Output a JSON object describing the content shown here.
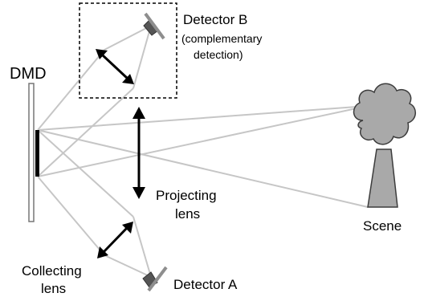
{
  "labels": {
    "dmd": "DMD",
    "detector_b": "Detector B",
    "detector_b_note_1": "(complementary",
    "detector_b_note_2": "detection)",
    "projecting_lens_1": "Projecting",
    "projecting_lens_2": "lens",
    "scene": "Scene",
    "collecting_lens_1": "Collecting",
    "collecting_lens_2": "lens",
    "detector_a": "Detector A"
  },
  "colors": {
    "rays": "#c6c6c6",
    "tree_fill": "#a9a9a9",
    "tree_stroke": "#3c3c3c",
    "dmd_active": "#000000",
    "detector_dark": "#555555"
  }
}
